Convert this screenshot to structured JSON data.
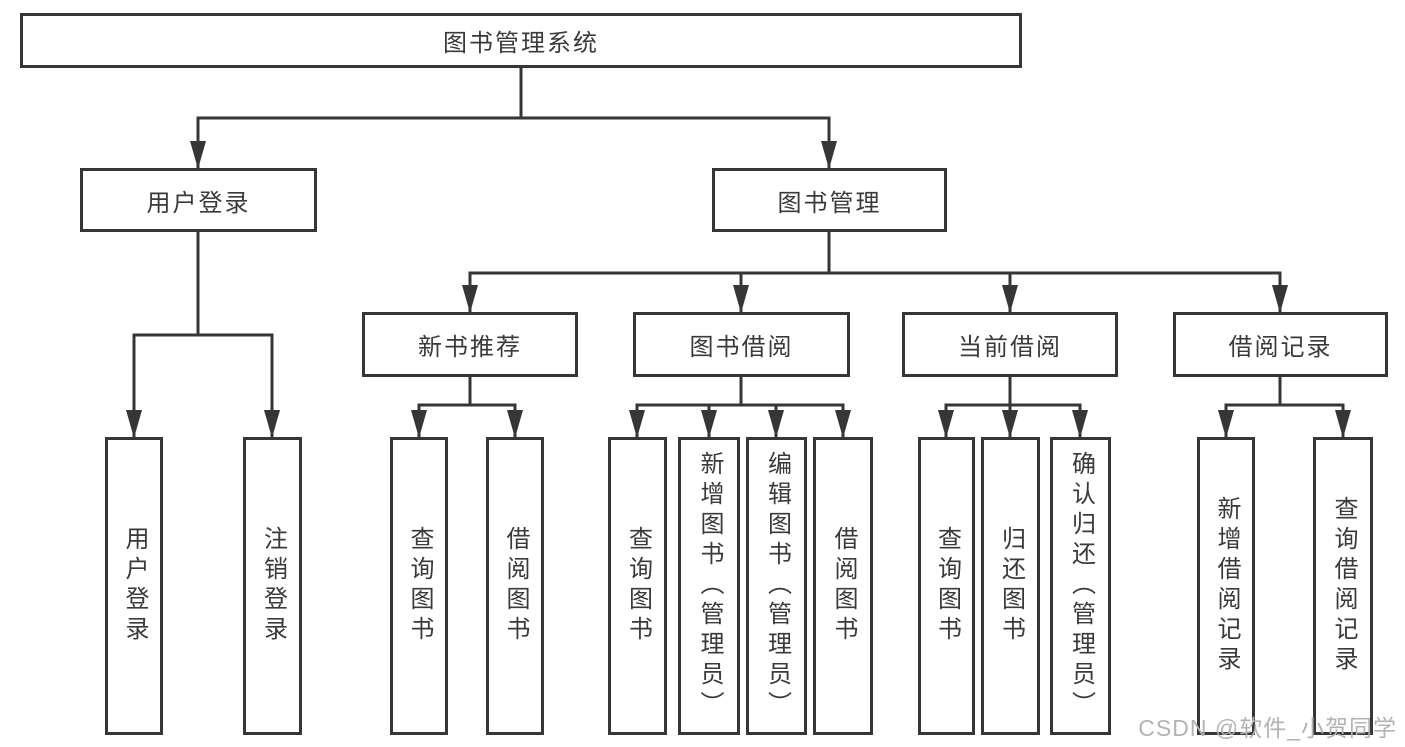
{
  "tree": {
    "label": "图书管理系统",
    "children": [
      {
        "label": "用户登录",
        "children": [
          {
            "label": "用户登录"
          },
          {
            "label": "注销登录"
          }
        ]
      },
      {
        "label": "图书管理",
        "children": [
          {
            "label": "新书推荐",
            "children": [
              {
                "label": "查询图书"
              },
              {
                "label": "借阅图书"
              }
            ]
          },
          {
            "label": "图书借阅",
            "children": [
              {
                "label": "查询图书"
              },
              {
                "label": "新增图书（管理员）"
              },
              {
                "label": "编辑图书（管理员）"
              },
              {
                "label": "借阅图书"
              }
            ]
          },
          {
            "label": "当前借阅",
            "children": [
              {
                "label": "查询图书"
              },
              {
                "label": "归还图书"
              },
              {
                "label": "确认归还（管理员）"
              }
            ]
          },
          {
            "label": "借阅记录",
            "children": [
              {
                "label": "新增借阅记录"
              },
              {
                "label": "查询借阅记录"
              }
            ]
          }
        ]
      }
    ]
  },
  "watermark": {
    "text": "CSDN @软件_小贺同学"
  },
  "colors": {
    "line": "#363636",
    "text": "#3a3a3a",
    "watermark": "#b3b3b3",
    "background": "#ffffff"
  }
}
